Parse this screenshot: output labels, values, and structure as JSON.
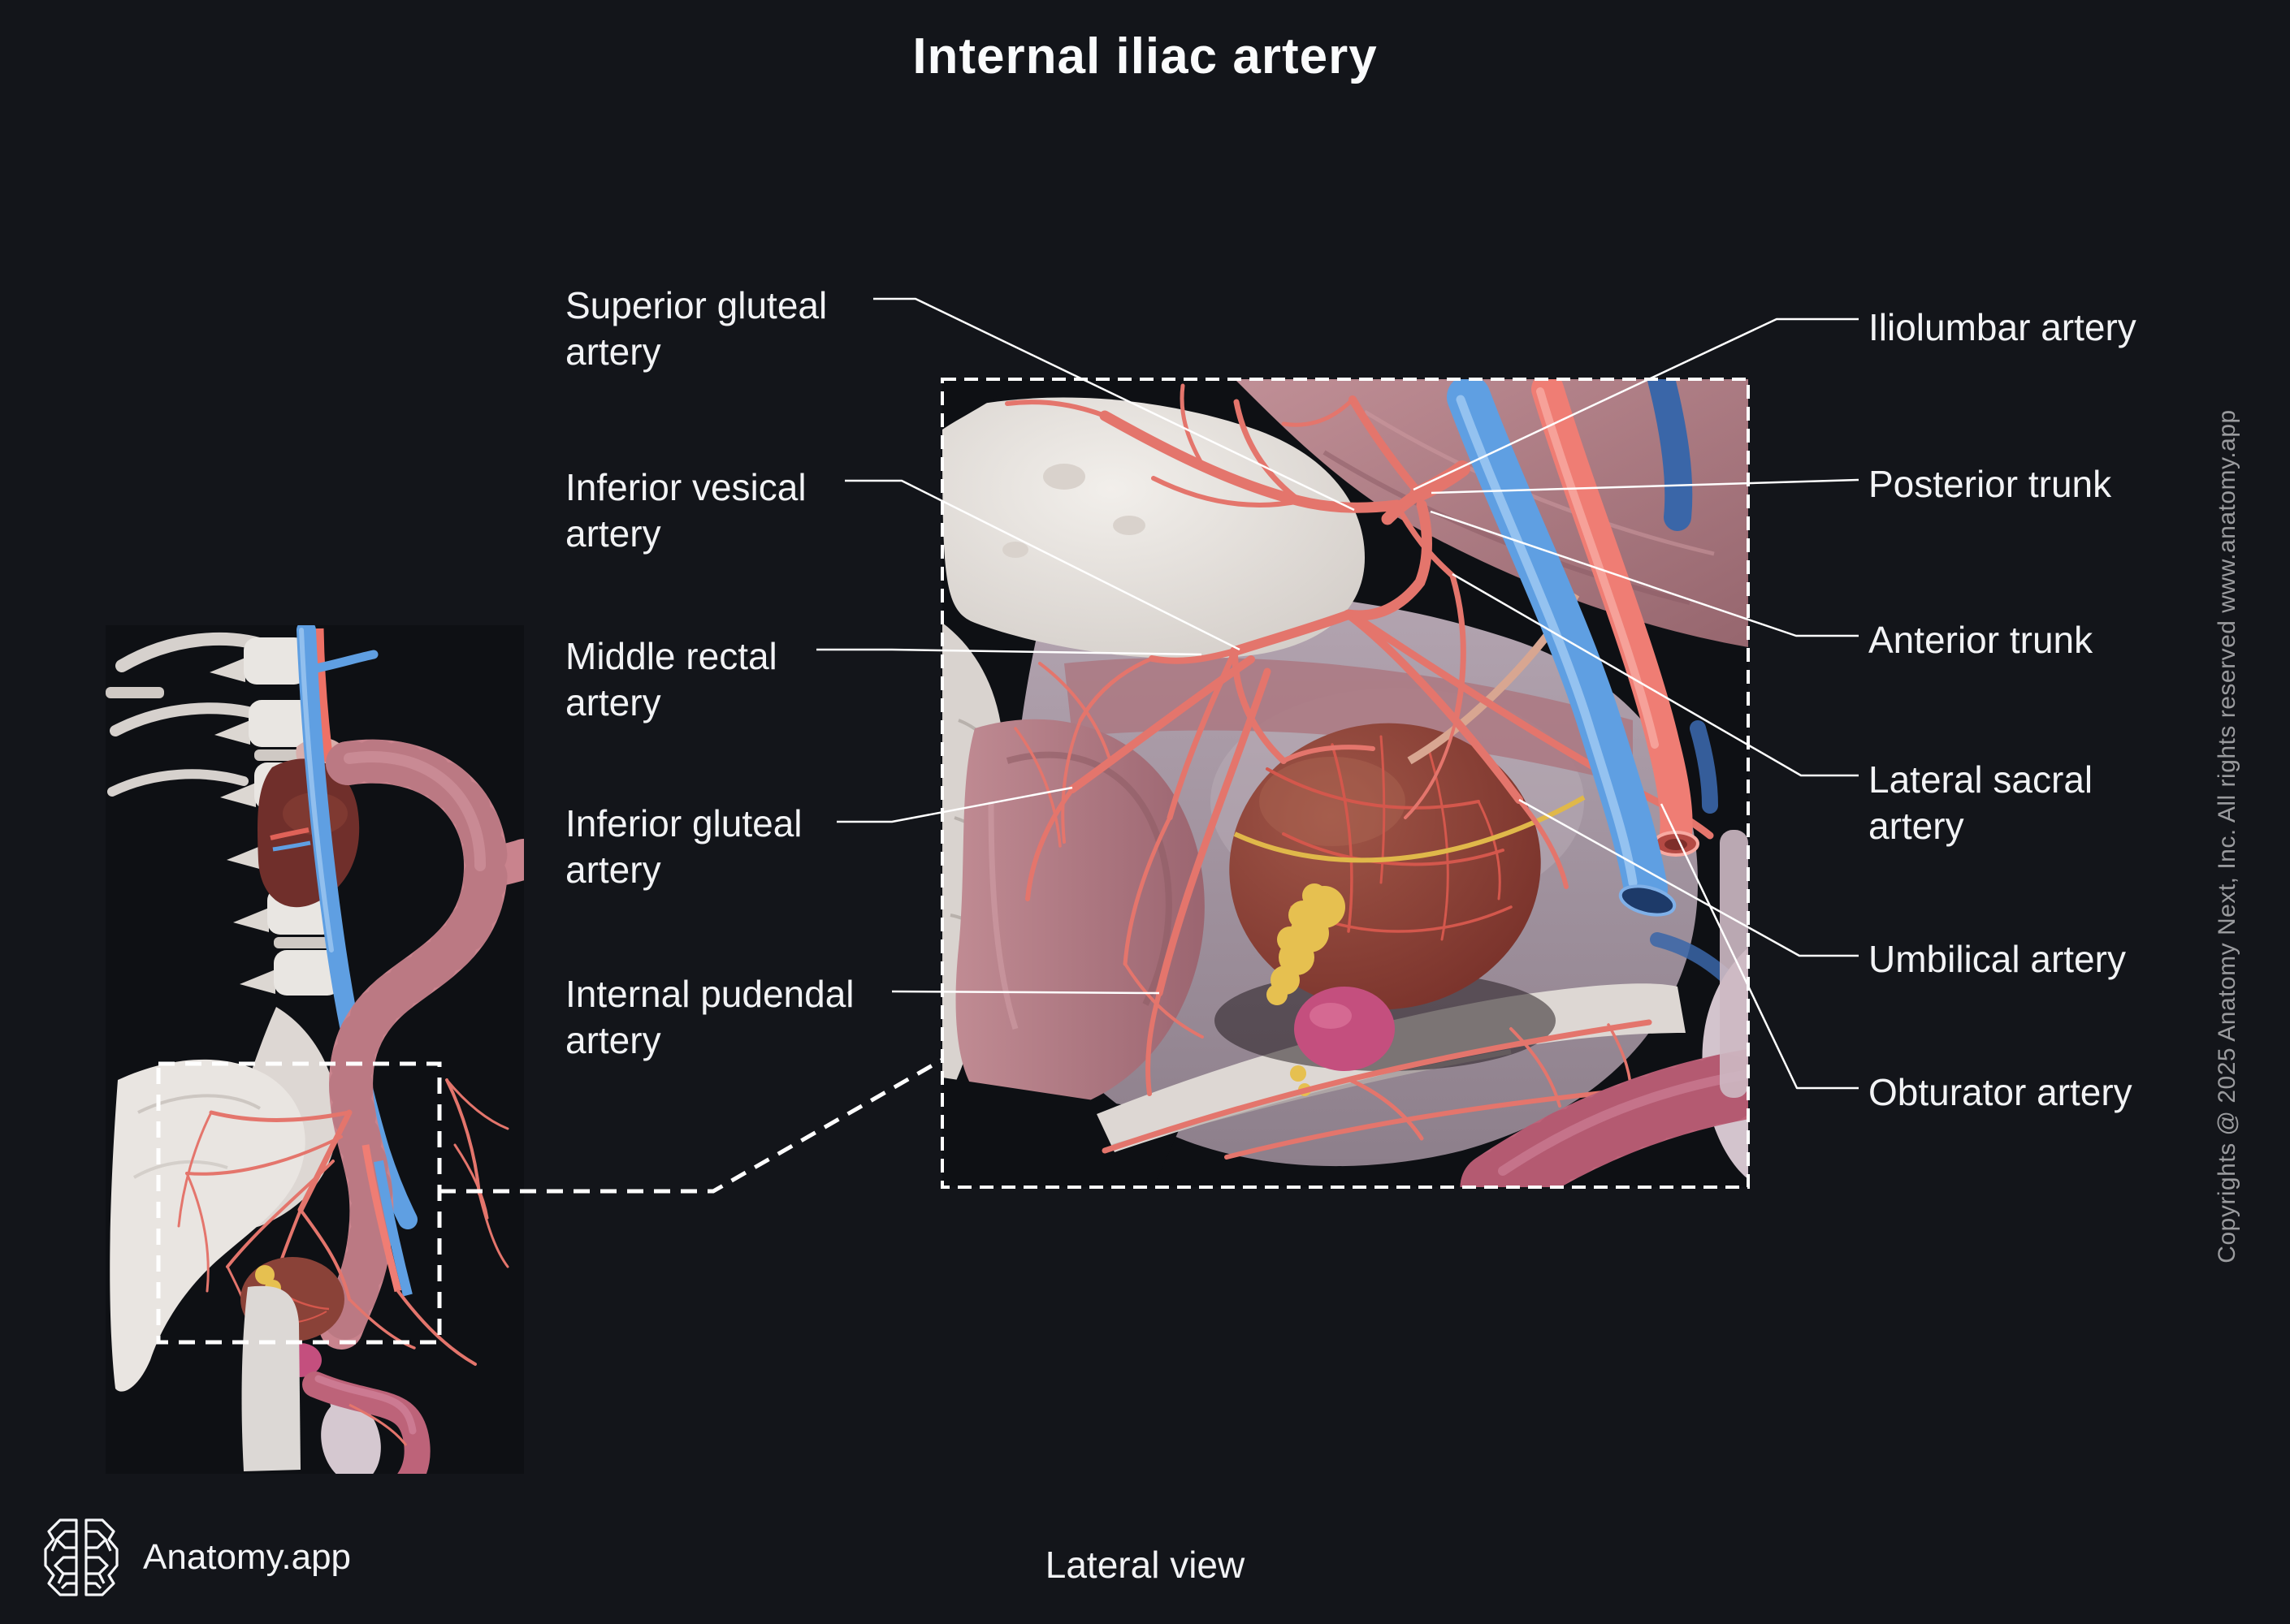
{
  "title": "Internal iliac artery",
  "view_label": "Lateral view",
  "brand": {
    "name": "Anatomy.app",
    "logo": "brain-icon"
  },
  "copyright": "Copyrights @ 2025 Anatomy Next, Inc. All rights reserved www.anatomy.app",
  "figure": {
    "type": "labeled anatomical illustration",
    "magnified_panel": "pelvic cavity with internal iliac artery branches",
    "thumbnail": "lateral view of lumbar spine, kidney, colon and pelvis with zoom region"
  },
  "labels": {
    "left": [
      {
        "id": "superior-gluteal-artery",
        "text": "Superior gluteal\nartery"
      },
      {
        "id": "inferior-vesical-artery",
        "text": "Inferior vesical\nartery"
      },
      {
        "id": "middle-rectal-artery",
        "text": "Middle rectal\nartery"
      },
      {
        "id": "inferior-gluteal-artery",
        "text": "Inferior gluteal\nartery"
      },
      {
        "id": "internal-pudendal-artery",
        "text": "Internal pudendal\nartery"
      }
    ],
    "right": [
      {
        "id": "iliolumbar-artery",
        "text": "Iliolumbar artery"
      },
      {
        "id": "posterior-trunk",
        "text": "Posterior trunk"
      },
      {
        "id": "anterior-trunk",
        "text": "Anterior trunk"
      },
      {
        "id": "lateral-sacral-artery",
        "text": "Lateral sacral\nartery"
      },
      {
        "id": "umbilical-artery",
        "text": "Umbilical artery"
      },
      {
        "id": "obturator-artery",
        "text": "Obturator artery"
      }
    ]
  },
  "colors": {
    "background": "#13151a",
    "text": "#f2f3f5",
    "leader_line": "#ffffff",
    "dashed_line": "#ffffff",
    "artery_small": "#e4756c",
    "artery_main": "#ef7d74",
    "vein": "#5f9fe2",
    "bone": "#ebe8e4",
    "muscle": "#b5848c",
    "bladder": "#8a4238",
    "organ_pink": "#c44f7e",
    "seminal_yellow": "#e6c050",
    "kidney": "#702f2b",
    "copyright_text": "#9a9b9e"
  }
}
